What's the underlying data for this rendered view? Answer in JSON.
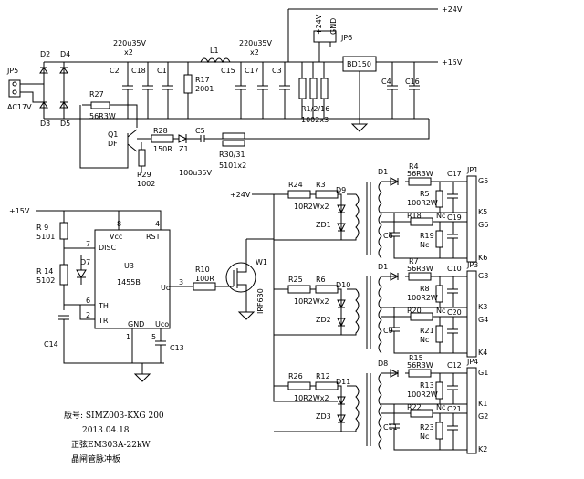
{
  "rails": {
    "p24_top": "+24V",
    "p15_top": "+15V",
    "p15_left": "+15V",
    "p24_mid": "+24V"
  },
  "power": {
    "jp5": "JP5",
    "ac17": "AC17V",
    "d2": "D2",
    "d4": "D4",
    "d3": "D3",
    "d5": "D5",
    "cap_group1": "220u35V",
    "x2a": "x2",
    "cap_group2": "220u35V",
    "x2b": "x2",
    "c2": "C2",
    "c18": "C18",
    "c1": "C1",
    "l1": "L1",
    "r17": "R17",
    "r17v": "2001",
    "c15": "C15",
    "c17": "C17",
    "c3": "C3",
    "jp6": "JP6",
    "j24": "+24V",
    "gnd": "GND",
    "bd": "BD150",
    "c4": "C4",
    "c16": "C16",
    "r1216": "R1/2/16",
    "r1216v": "1002x3",
    "r27": "R27",
    "r27v": "56R3W",
    "q1": "Q1",
    "q1t": "DF",
    "r28": "R28",
    "r28v": "150R",
    "z1": "Z1",
    "c5": "C5",
    "c5v": "100u35V",
    "r3031": "R30/31",
    "r3031v": "5101x2",
    "r29": "R29",
    "r29v": "1002"
  },
  "timer": {
    "r9": "R 9",
    "r9v": "5101",
    "r14": "R 14",
    "r14v": "5102",
    "d7": "D7",
    "c14": "C14",
    "u3": "U3",
    "chip": "1455B",
    "pin8": "8",
    "pin4": "4",
    "pin7": "7",
    "pin6": "6",
    "pin2": "2",
    "pin1": "1",
    "pin5": "5",
    "pin3": "3",
    "vcc": "Vcc",
    "rst": "RST",
    "disc": "DISC",
    "th": "TH",
    "tr": "TR",
    "gndl": "GND",
    "uco": "Uco",
    "uo": "Uo",
    "c13": "C13",
    "r10": "R10",
    "r10v": "100R",
    "w1": "W1",
    "irf": "IRF630"
  },
  "drivers": [
    {
      "ra": "R24",
      "rb": "R3",
      "rv": "10R2Wx2",
      "d": "D9",
      "zd": "ZD1",
      "d1": "D1",
      "r1": "R4",
      "r1v": "56R3W",
      "r2": "R5",
      "r2v": "100R2W",
      "c1": "C17",
      "c2": "C6",
      "r3": "R18",
      "r3v": "Nc",
      "r4": "R19",
      "r4v": "Nc",
      "c3": "C19",
      "jp": "JP1",
      "p1": "G5",
      "p2": "K5",
      "p3": "G6",
      "p4": "K6"
    },
    {
      "ra": "R25",
      "rb": "R6",
      "rv": "10R2Wx2",
      "d": "D10",
      "zd": "ZD2",
      "d1": "D1",
      "r1": "R7",
      "r1v": "56R3W",
      "r2": "R8",
      "r2v": "100R2W",
      "c1": "C10",
      "c2": "C9",
      "r3": "R20",
      "r3v": "Nc",
      "r4": "R21",
      "r4v": "Nc",
      "c3": "C20",
      "jp": "JP3",
      "p1": "G3",
      "p2": "K3",
      "p3": "G4",
      "p4": "K4"
    },
    {
      "ra": "R26",
      "rb": "R12",
      "rv": "10R2Wx2",
      "d": "D11",
      "zd": "ZD3",
      "d1": "D8",
      "r1": "R15",
      "r1v": "56R3W",
      "r2": "R13",
      "r2v": "100R2W",
      "c1": "C12",
      "c2": "C11",
      "r3": "R22",
      "r3v": "Nc",
      "r4": "R23",
      "r4v": "Nc",
      "c3": "C21",
      "jp": "JP4",
      "p1": "G1",
      "p2": "K1",
      "p3": "G2",
      "p4": "K2"
    }
  ],
  "notes": {
    "line1": "版号: SIMZ003-KXG 200",
    "line2": "2013.04.18",
    "line3": "正弦EM303A-22kW",
    "line4": "晶闸管脉冲板"
  }
}
